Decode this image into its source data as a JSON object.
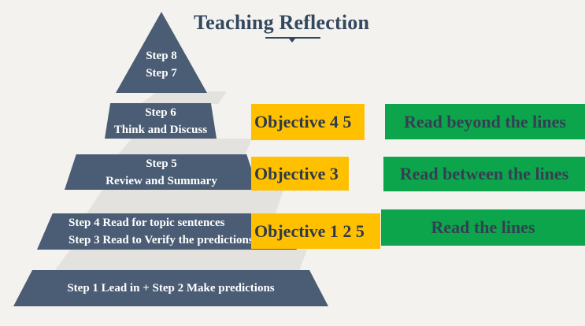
{
  "title": "Teaching Reflection",
  "pyramid": {
    "tier_top": {
      "line1": "Step 8",
      "line2": "Step 7"
    },
    "tier_6": {
      "line1": "Step 6",
      "line2": "Think and Discuss"
    },
    "tier_5": {
      "line1": "Step 5",
      "line2": "Review and Summary"
    },
    "tier_4": {
      "line1": "Step 4 Read for topic sentences",
      "line2": "Step 3 Read to Verify the predictions"
    },
    "tier_1": {
      "line1": "Step 1 Lead in + Step 2 Make predictions"
    }
  },
  "objectives": [
    "Objective  4 5",
    "Objective  3",
    "Objective  1 2 5"
  ],
  "reading_levels": [
    "Read beyond the lines",
    "Read between the lines",
    "Read the lines"
  ],
  "colors": {
    "tier_fill": "#4a5d74",
    "objective_fill": "#ffc000",
    "reading_fill": "#0ca54c",
    "title_color": "#33475f"
  }
}
